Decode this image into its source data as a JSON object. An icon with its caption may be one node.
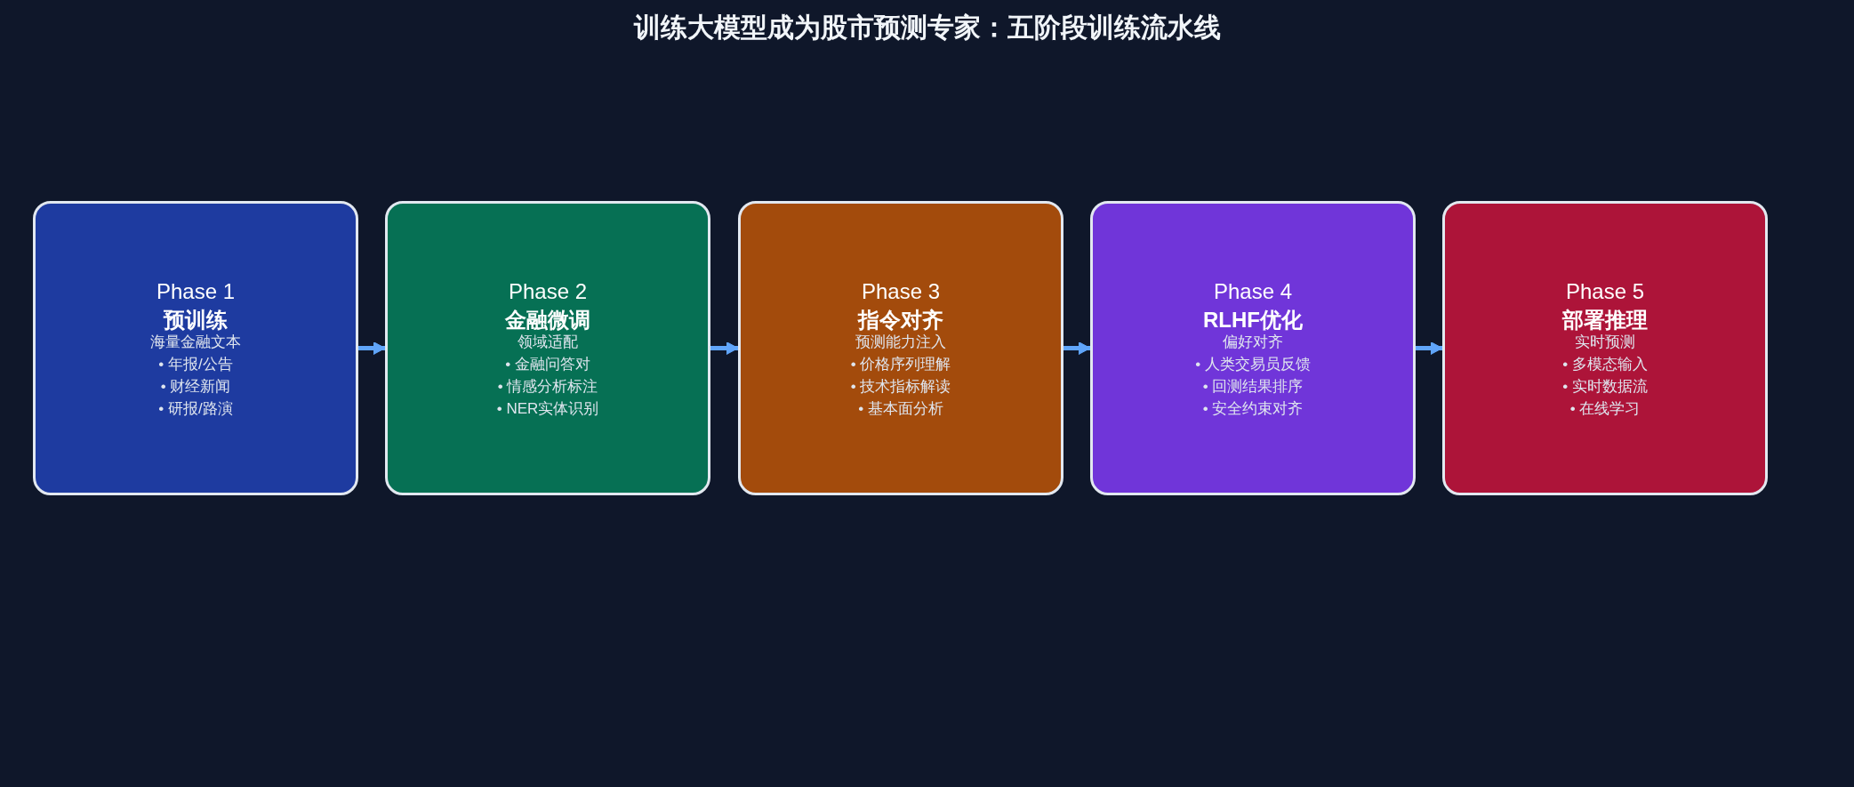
{
  "diagram": {
    "title": "训练大模型成为股市预测专家：五阶段训练流水线",
    "nodes": [
      {
        "text": [
          "Phase 1",
          "预训练",
          "海量金融文本",
          "• 年报/公告",
          "• 财经新闻",
          "• 研报/路演"
        ]
      },
      {
        "text": [
          "Phase 2",
          "金融微调",
          "领域适配",
          "• 金融问答对",
          "• 情感分析标注",
          "• NER实体识别"
        ]
      },
      {
        "text": [
          "Phase 3",
          "指令对齐",
          "预测能力注入",
          "• 价格序列理解",
          "• 技术指标解读",
          "• 基本面分析"
        ]
      },
      {
        "text": [
          "Phase 4",
          "RLHF优化",
          "偏好对齐",
          "• 人类交易员反馈",
          "• 回测结果排序",
          "• 安全约束对齐"
        ]
      },
      {
        "text": [
          "Phase 5",
          "部署推理",
          "实时预测",
          "• 多模态输入",
          "• 实时数据流",
          "• 在线学习"
        ]
      }
    ],
    "edges": [
      {
        "from": 0,
        "to": 1,
        "arrow": "to"
      },
      {
        "from": 1,
        "to": 2,
        "arrow": "to"
      },
      {
        "from": 2,
        "to": 3,
        "arrow": "to"
      },
      {
        "from": 3,
        "to": 4,
        "arrow": "to"
      }
    ]
  }
}
